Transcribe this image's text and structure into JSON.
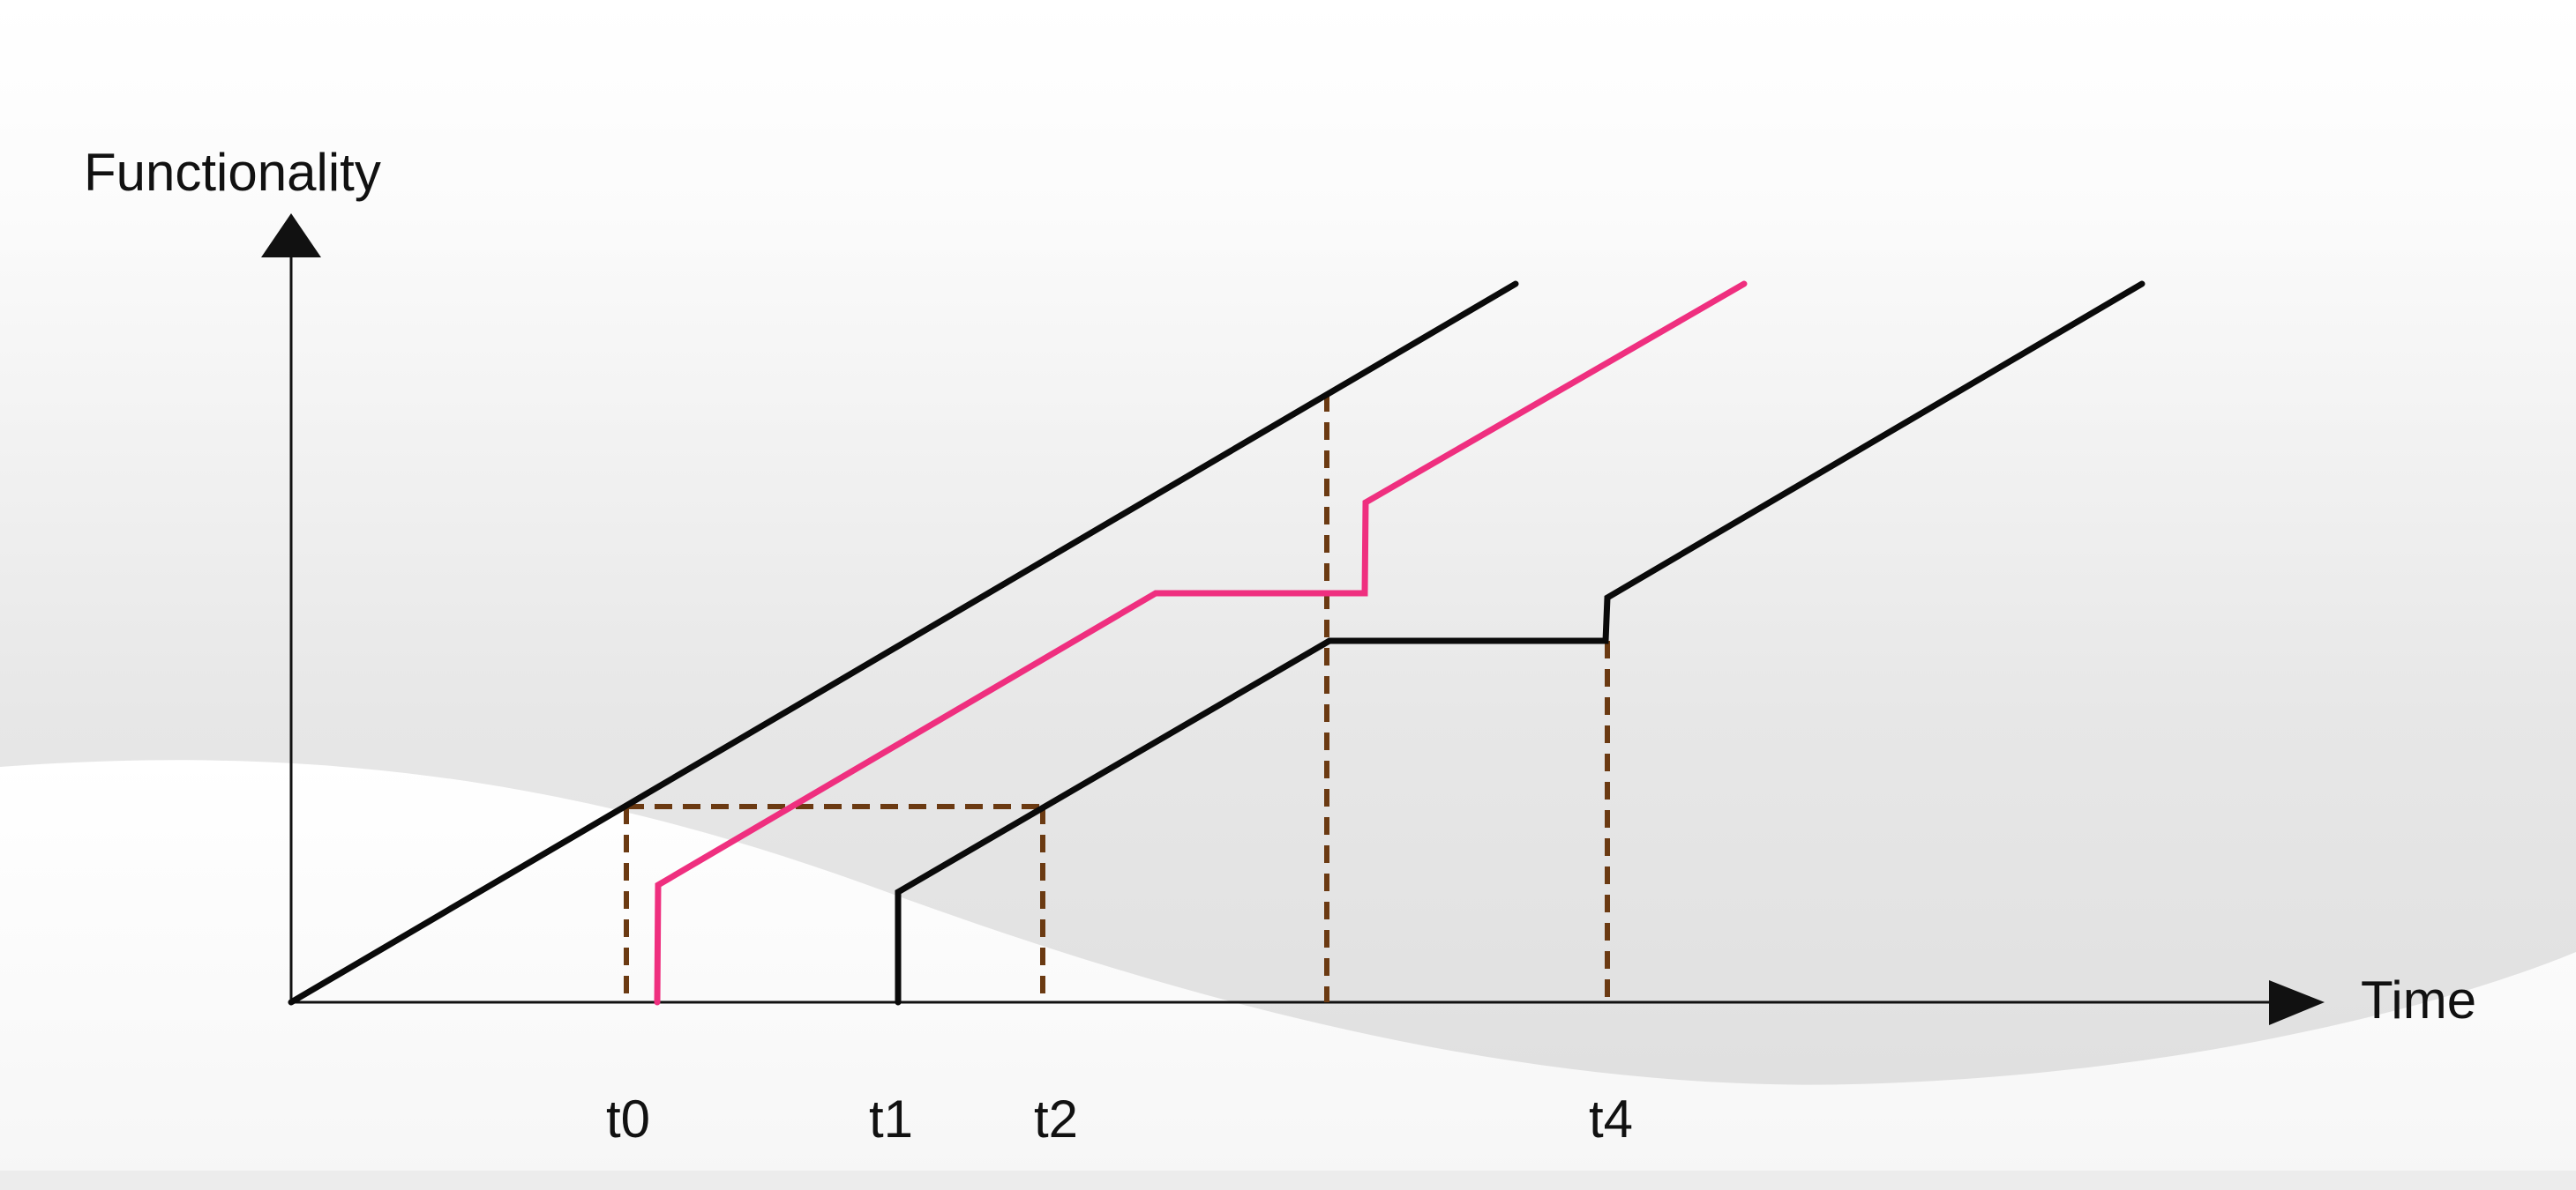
{
  "labels": {
    "y_axis": "Functionality",
    "x_axis": "Time"
  },
  "ticks": [
    "t0",
    "t1",
    "t2",
    "t4"
  ],
  "colors": {
    "axis": "#111111",
    "black_line": "#0a0a0a",
    "pink_line": "#ef2f7f",
    "dashed_guide": "#6b3a12"
  }
}
